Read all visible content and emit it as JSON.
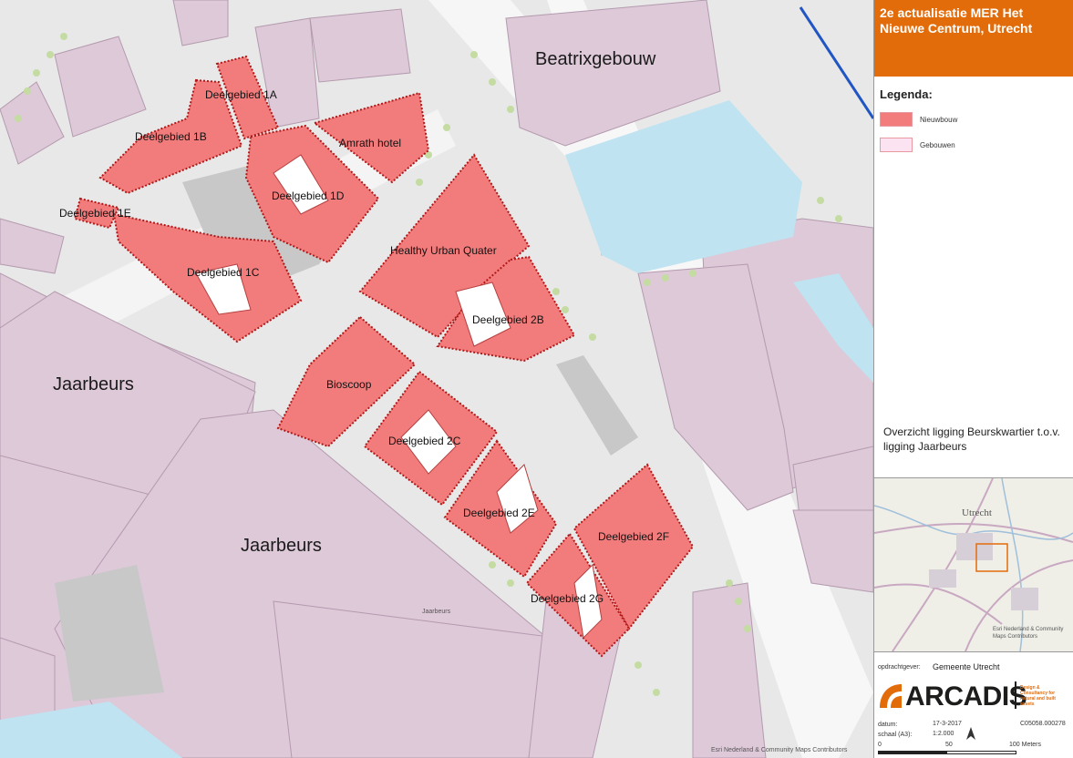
{
  "map": {
    "landmarks": {
      "beatrixgebouw": "Beatrixgebouw",
      "jaarbeurs_1": "Jaarbeurs",
      "jaarbeurs_2": "Jaarbeurs",
      "jaarbeurs_small": "Jaarbeurs"
    },
    "areas": {
      "d1a": "Deelgebied 1A",
      "d1b": "Deelgebied 1B",
      "d1c": "Deelgebied 1C",
      "d1d": "Deelgebied 1D",
      "d1e": "Deelgebied 1E",
      "amrath": "Amrath hotel",
      "healthy": "Healthy Urban Quater",
      "d2b": "Deelgebied 2B",
      "bioscoop": "Bioscoop",
      "d2c": "Deelgebied 2C",
      "d2e": "Deelgebied 2E",
      "d2f": "Deelgebied 2F",
      "d2g": "Deelgebied 2G"
    },
    "attribution": "Esri Nederland & Community Maps Contributors"
  },
  "sidebar": {
    "title": "2e actualisatie MER Het Nieuwe Centrum, Utrecht",
    "legend_title": "Legenda:",
    "legend": [
      {
        "label": "Nieuwbouw",
        "color": "#f27c7c"
      },
      {
        "label": "Gebouwen",
        "color": "#fbe3f1"
      }
    ],
    "overview_text": "Overzicht ligging Beurskwartier t.o.v. ligging Jaarbeurs",
    "inset": {
      "city_label": "Utrecht",
      "attribution": "Esri Nederland & Community Maps Contributors"
    },
    "footer": {
      "client_label": "opdrachtgever:",
      "client_value": "Gemeente Utrecht",
      "logo_text": "ARCADIS",
      "logo_tagline": "Design & Consultancy for natural and built assets",
      "date_label": "datum:",
      "date_value": "17-3-2017",
      "scale_label": "schaal (A3):",
      "scale_value": "1:2.000",
      "project_number": "C05058.000278",
      "scalebar_start": "0",
      "scalebar_mid": "50",
      "scalebar_end": "100 Meters"
    }
  },
  "colors": {
    "new_build": "#f27c7c",
    "buildings": "#ddc9d8",
    "accent": "#e36c0a"
  }
}
